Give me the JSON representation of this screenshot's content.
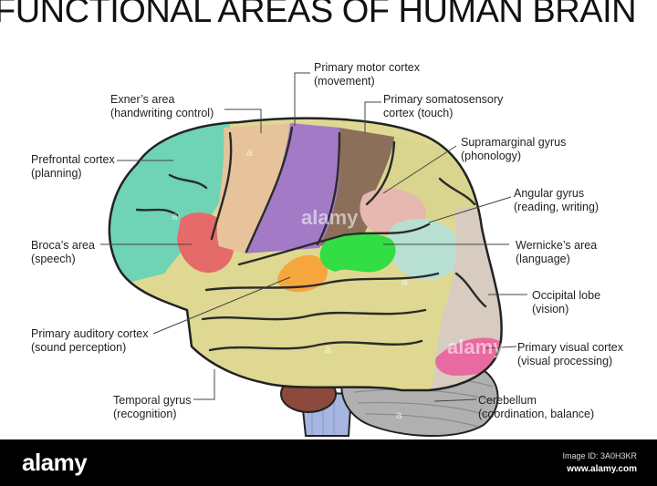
{
  "title": "FUNCTIONAL AREAS OF HUMAN BRAIN",
  "labels": {
    "motor": [
      "Primary motor cortex",
      "(movement)"
    ],
    "exner": [
      "Exner’s area",
      "(handwriting control)"
    ],
    "somato": [
      "Primary somatosensory",
      "cortex (touch)"
    ],
    "prefrontal": [
      "Prefrontal cortex",
      "(planning)"
    ],
    "supramarginal": [
      "Supramarginal gyrus",
      "(phonology)"
    ],
    "angular": [
      "Angular gyrus",
      "(reading, writing)"
    ],
    "broca": [
      "Broca’s area",
      "(speech)"
    ],
    "wernicke": [
      "Wernicke’s area",
      "(language)"
    ],
    "occipital": [
      "Occipital lobe",
      "(vision)"
    ],
    "auditory": [
      "Primary auditory cortex",
      "(sound perception)"
    ],
    "visual": [
      "Primary visual cortex",
      "(visual processing)"
    ],
    "temporal": [
      "Temporal gyrus",
      "(recognition)"
    ],
    "cerebellum": [
      "Cerebellum",
      "(coordination, balance)"
    ]
  },
  "colors": {
    "prefrontal": "#6fd3b5",
    "broca": "#e56a6a",
    "exner": "#e6c39a",
    "motor": "#a27ac6",
    "somato": "#8b6f5a",
    "parietal": "#d9d58e",
    "supramarginal": "#e6b8b0",
    "wernicke": "#b8e0d2",
    "green_spot": "#33dd44",
    "auditory": "#f5a63d",
    "temporal": "#ded892",
    "occipital": "#d8cbbf",
    "visual": "#e86aa0",
    "cerebellum": "#b0b0b0",
    "brainstem": "#a7b6e0",
    "pons": "#8b4a3c"
  },
  "watermark": {
    "text": "alamy",
    "letter": "a"
  },
  "footer": {
    "logo": "alamy",
    "image_id": "Image ID: 3A0H3KR",
    "url": "www.alamy.com"
  }
}
